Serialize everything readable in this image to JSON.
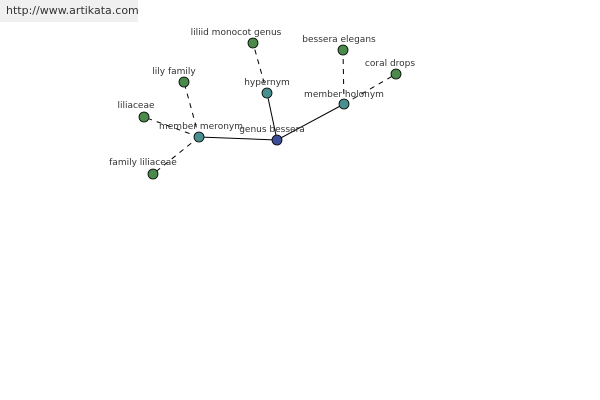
{
  "watermark": {
    "text": "http://www.artikata.com"
  },
  "graph": {
    "node_colors": {
      "focus": "#3b4e97",
      "relation": "#4a8f8f",
      "term": "#4a8a4a"
    },
    "nodes": [
      {
        "id": "genus-bessera",
        "label": "genus bessera",
        "kind": "focus"
      },
      {
        "id": "hypernym",
        "label": "hypernym",
        "kind": "relation"
      },
      {
        "id": "member-holonym",
        "label": "member holonym",
        "kind": "relation"
      },
      {
        "id": "member-meronym",
        "label": "member meronym",
        "kind": "relation"
      },
      {
        "id": "liliid-monocot-genus",
        "label": "liliid monocot genus",
        "kind": "term"
      },
      {
        "id": "bessera-elegans",
        "label": "bessera elegans",
        "kind": "term"
      },
      {
        "id": "coral-drops",
        "label": "coral drops",
        "kind": "term"
      },
      {
        "id": "lily-family",
        "label": "lily family",
        "kind": "term"
      },
      {
        "id": "liliaceae",
        "label": "liliaceae",
        "kind": "term"
      },
      {
        "id": "family-liliaceae",
        "label": "family liliaceae",
        "kind": "term"
      }
    ],
    "edges": [
      {
        "from": "genus-bessera",
        "to": "hypernym",
        "style": "solid"
      },
      {
        "from": "genus-bessera",
        "to": "member-holonym",
        "style": "solid"
      },
      {
        "from": "genus-bessera",
        "to": "member-meronym",
        "style": "solid"
      },
      {
        "from": "hypernym",
        "to": "liliid-monocot-genus",
        "style": "dashed"
      },
      {
        "from": "member-holonym",
        "to": "bessera-elegans",
        "style": "dashed"
      },
      {
        "from": "member-holonym",
        "to": "coral-drops",
        "style": "dashed"
      },
      {
        "from": "member-meronym",
        "to": "lily-family",
        "style": "dashed"
      },
      {
        "from": "member-meronym",
        "to": "liliaceae",
        "style": "dashed"
      },
      {
        "from": "member-meronym",
        "to": "family-liliaceae",
        "style": "dashed"
      }
    ]
  }
}
